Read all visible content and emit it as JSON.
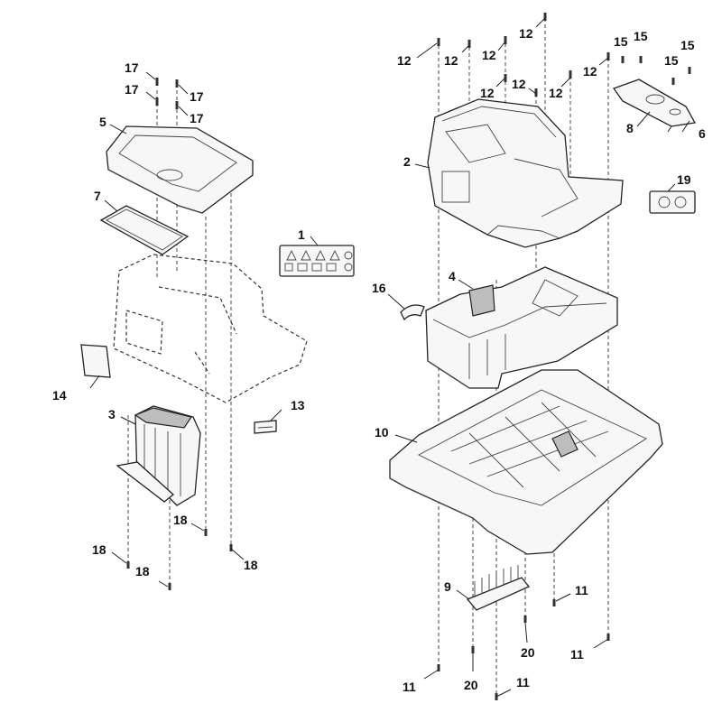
{
  "callouts": {
    "c1": "1",
    "c2": "2",
    "c3": "3",
    "c4": "4",
    "c5": "5",
    "c6": "6",
    "c7": "7",
    "c8": "8",
    "c9": "9",
    "c10": "10",
    "c11a": "11",
    "c11b": "11",
    "c11c": "11",
    "c11d": "11",
    "c12a": "12",
    "c12b": "12",
    "c12c": "12",
    "c12d": "12",
    "c12e": "12",
    "c12f": "12",
    "c12g": "12",
    "c12h": "12",
    "c13": "13",
    "c14": "14",
    "c15a": "15",
    "c15b": "15",
    "c15c": "15",
    "c15d": "15",
    "c16": "16",
    "c17a": "17",
    "c17b": "17",
    "c17c": "17",
    "c17d": "17",
    "c18a": "18",
    "c18b": "18",
    "c18c": "18",
    "c18d": "18",
    "c19": "19",
    "c20a": "20",
    "c20b": "20"
  }
}
